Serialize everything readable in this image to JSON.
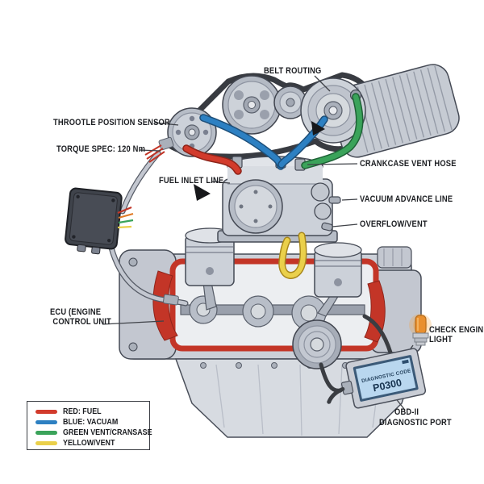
{
  "illustration": {
    "callouts": {
      "belt_routing": "BELT ROUTING",
      "throttle_position_sensor": "THROOTLE POSITION SENSOR",
      "torque_spec": "TORQUE SPEC: 120 Nm",
      "fuel_inlet_line": "FUEL INLET LINE",
      "crankcase_vent_hose": "CRANKCASE VENT HOSE",
      "vacuum_advance_line": "VACUUM ADVANCE LINE",
      "overflow_vent": "OVERFLOW/VENT",
      "ecu_line1": "ECU (ENGINE",
      "ecu_line2": "CONTROL UNIT",
      "check_engine_line1": "CHECK ENGINE",
      "check_engine_line2": "LIGHT",
      "obd_line1": "OBD-II",
      "obd_line2": "DIAGNOSTIC PORT"
    },
    "diagnostic_device": {
      "screen_title": "DIAGNOSTIC CODE",
      "trouble_code": "P0300"
    },
    "legend": {
      "items": [
        {
          "color": "#d23b2c",
          "label": "RED: FUEL"
        },
        {
          "color": "#2d80c2",
          "label": "BLUE: VACUAM"
        },
        {
          "color": "#3aa35a",
          "label": "GREEN VENT/CRANSASE"
        },
        {
          "color": "#ead04b",
          "label": "YELLOW/VENT"
        }
      ]
    },
    "hose_colors": {
      "fuel": "#d23b2c",
      "vacuum": "#2d80c2",
      "crankcase_vent": "#3aa35a",
      "overflow_vent": "#ead04b"
    }
  }
}
